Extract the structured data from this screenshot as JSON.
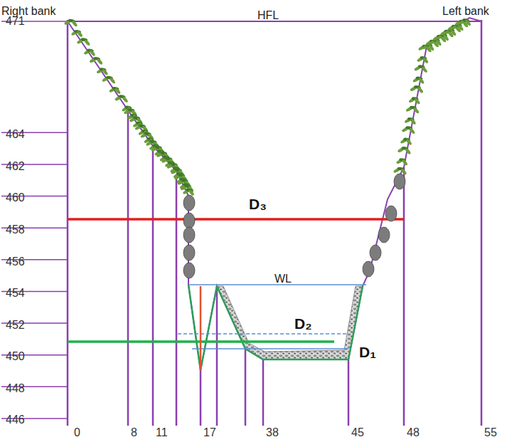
{
  "diagram": {
    "labels": [
      "Right bank",
      "HFL",
      "Left bank",
      "471",
      "464",
      "462",
      "460",
      "458",
      "456",
      "454",
      "452",
      "450",
      "448",
      "446",
      "0",
      "8",
      "11",
      "17",
      "38",
      "45",
      "48",
      "55",
      "D₃",
      "WL",
      "D₂",
      "D₁"
    ]
  }
}
